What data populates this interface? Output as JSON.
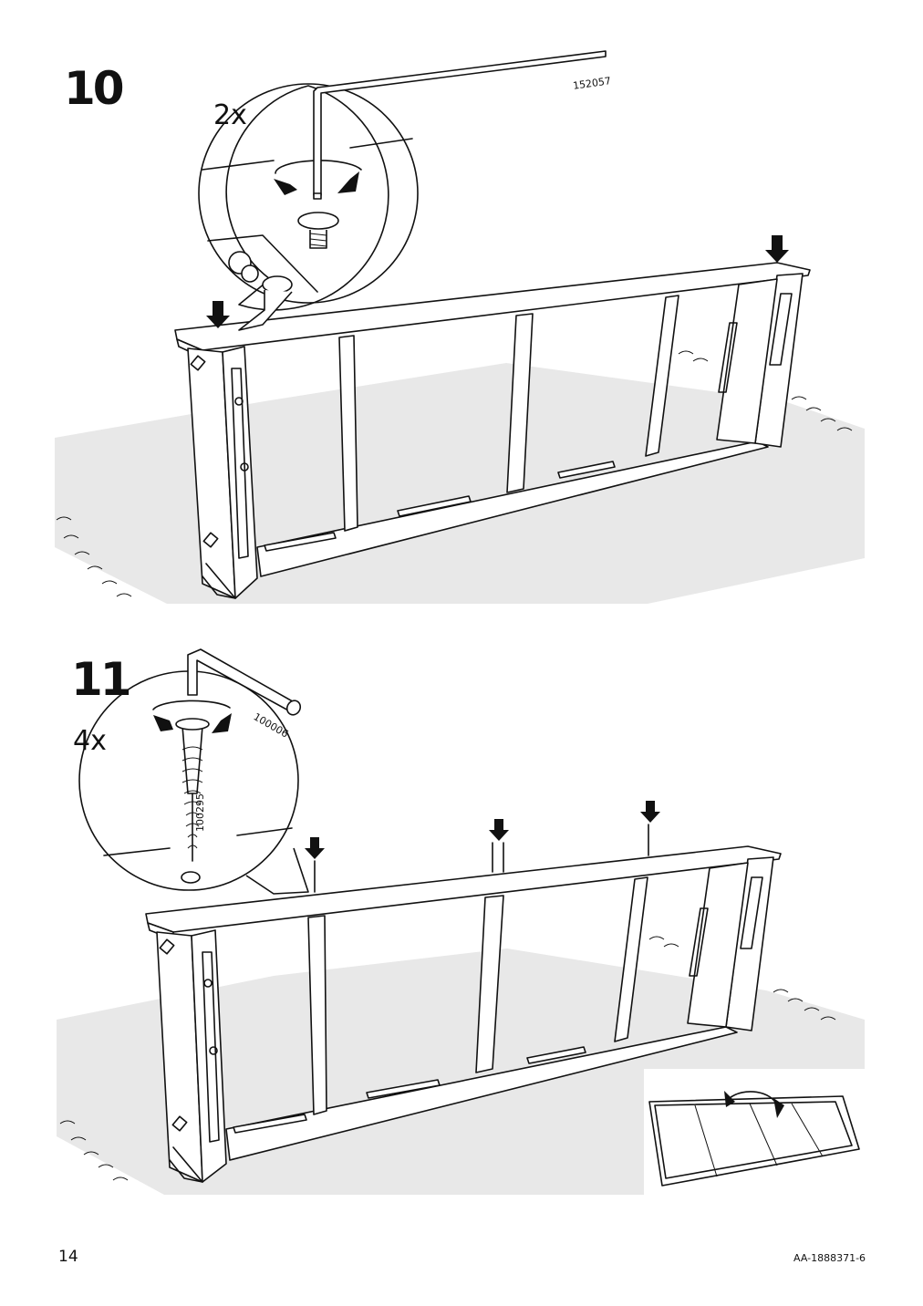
{
  "page": {
    "page_number": "14",
    "document_code": "AA-1888371-6"
  },
  "steps": [
    {
      "number": "10",
      "quantity": "2x",
      "tool_part_number": "152057"
    },
    {
      "number": "11",
      "quantity": "4x",
      "tool_part_number": "100006",
      "screw_part_number": "100295"
    }
  ],
  "colors": {
    "line": "#111111",
    "floor": "#e8e8e8",
    "background": "#ffffff"
  }
}
